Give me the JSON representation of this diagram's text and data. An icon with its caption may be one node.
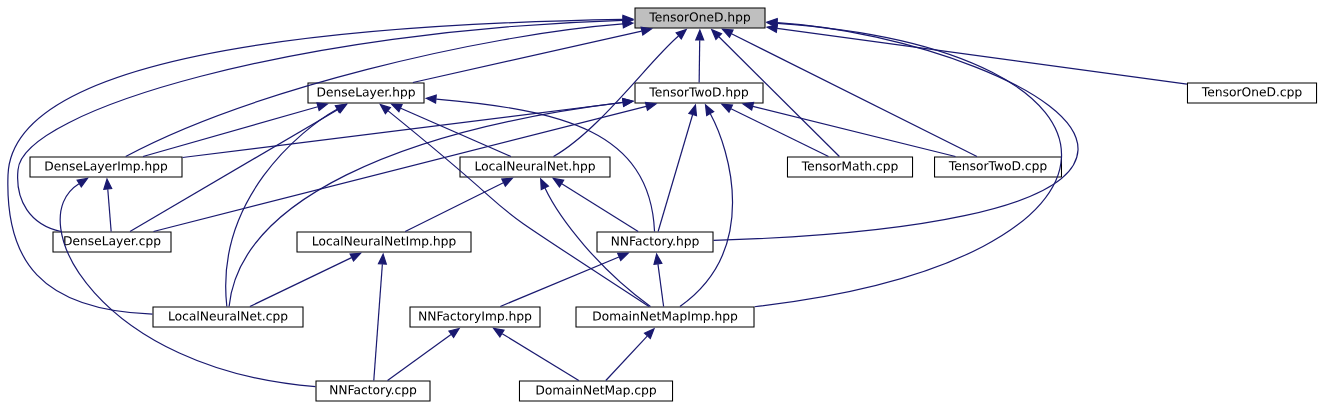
{
  "diagram": {
    "nodes": [
      {
        "text": [
          "TensorOneD.hpp"
        ]
      },
      {
        "text": [
          "DenseLayer.hpp"
        ]
      },
      {
        "text": [
          "TensorTwoD.hpp"
        ]
      },
      {
        "text": [
          "TensorOneD.cpp"
        ]
      },
      {
        "text": [
          "DenseLayerImp.hpp"
        ]
      },
      {
        "text": [
          "LocalNeuralNet.hpp"
        ]
      },
      {
        "text": [
          "TensorMath.cpp"
        ]
      },
      {
        "text": [
          "TensorTwoD.cpp"
        ]
      },
      {
        "text": [
          "DenseLayer.cpp"
        ]
      },
      {
        "text": [
          "LocalNeuralNetImp.hpp"
        ]
      },
      {
        "text": [
          "NNFactory.hpp"
        ]
      },
      {
        "text": [
          "LocalNeuralNet.cpp"
        ]
      },
      {
        "text": [
          "NNFactoryImp.hpp"
        ]
      },
      {
        "text": [
          "DomainNetMapImp.hpp"
        ]
      },
      {
        "text": [
          "NNFactory.cpp"
        ]
      },
      {
        "text": [
          "DomainNetMap.cpp"
        ]
      }
    ],
    "edges": [
      {
        "from": 1,
        "to": 0,
        "arrow": "to"
      },
      {
        "from": 2,
        "to": 0,
        "arrow": "to"
      },
      {
        "from": 3,
        "to": 0,
        "arrow": "to"
      },
      {
        "from": 4,
        "to": 0,
        "arrow": "to"
      },
      {
        "from": 5,
        "to": 0,
        "arrow": "to"
      },
      {
        "from": 6,
        "to": 0,
        "arrow": "to"
      },
      {
        "from": 7,
        "to": 0,
        "arrow": "to"
      },
      {
        "from": 8,
        "to": 0,
        "arrow": "to"
      },
      {
        "from": 10,
        "to": 0,
        "arrow": "to"
      },
      {
        "from": 11,
        "to": 0,
        "arrow": "to"
      },
      {
        "from": 13,
        "to": 0,
        "arrow": "to"
      },
      {
        "from": 4,
        "to": 1,
        "arrow": "to"
      },
      {
        "from": 8,
        "to": 1,
        "arrow": "to"
      },
      {
        "from": 11,
        "to": 1,
        "arrow": "to"
      },
      {
        "from": 5,
        "to": 1,
        "arrow": "to"
      },
      {
        "from": 13,
        "to": 1,
        "arrow": "to"
      },
      {
        "from": 10,
        "to": 1,
        "arrow": "to"
      },
      {
        "from": 4,
        "to": 2,
        "arrow": "to"
      },
      {
        "from": 8,
        "to": 2,
        "arrow": "to"
      },
      {
        "from": 11,
        "to": 2,
        "arrow": "to"
      },
      {
        "from": 10,
        "to": 2,
        "arrow": "to"
      },
      {
        "from": 13,
        "to": 2,
        "arrow": "to"
      },
      {
        "from": 6,
        "to": 2,
        "arrow": "to"
      },
      {
        "from": 7,
        "to": 2,
        "arrow": "to"
      },
      {
        "from": 8,
        "to": 4,
        "arrow": "to"
      },
      {
        "from": 14,
        "to": 4,
        "arrow": "to"
      },
      {
        "from": 9,
        "to": 5,
        "arrow": "to"
      },
      {
        "from": 10,
        "to": 5,
        "arrow": "to"
      },
      {
        "from": 13,
        "to": 5,
        "arrow": "to"
      },
      {
        "from": 11,
        "to": 9,
        "arrow": "to"
      },
      {
        "from": 14,
        "to": 9,
        "arrow": "to"
      },
      {
        "from": 12,
        "to": 10,
        "arrow": "to"
      },
      {
        "from": 13,
        "to": 10,
        "arrow": "to"
      },
      {
        "from": 14,
        "to": 12,
        "arrow": "to"
      },
      {
        "from": 15,
        "to": 12,
        "arrow": "to"
      },
      {
        "from": 15,
        "to": 13,
        "arrow": "to"
      }
    ]
  }
}
